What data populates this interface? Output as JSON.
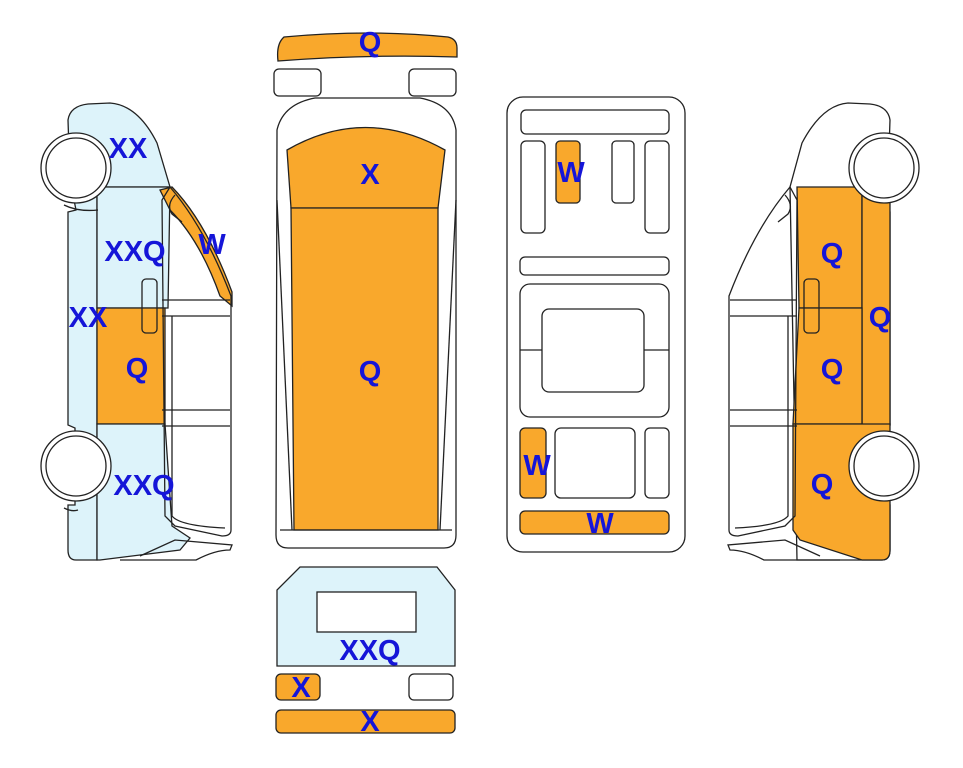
{
  "colors": {
    "damage_orange": "#F9A82C",
    "light_blue": "#DDF3FA",
    "label_blue": "#1515D8",
    "outline": "#222222",
    "white": "#FFFFFF"
  },
  "labels": {
    "front_bumper": "Q",
    "roof_front": "X",
    "roof_main": "Q",
    "left_top": "XX",
    "left_front_door": "XXQ",
    "left_door_frame": "W",
    "left_mid": "XX",
    "left_sliding_door": "Q",
    "left_rear": "XXQ",
    "interior_seat": "W",
    "interior_rear_left": "W",
    "interior_rear_bumper": "W",
    "right_front_door": "Q",
    "right_pillar": "Q",
    "right_sliding_door": "Q",
    "right_rear": "Q",
    "rear_door": "XXQ",
    "rear_lamp": "X",
    "rear_bumper": "X"
  }
}
